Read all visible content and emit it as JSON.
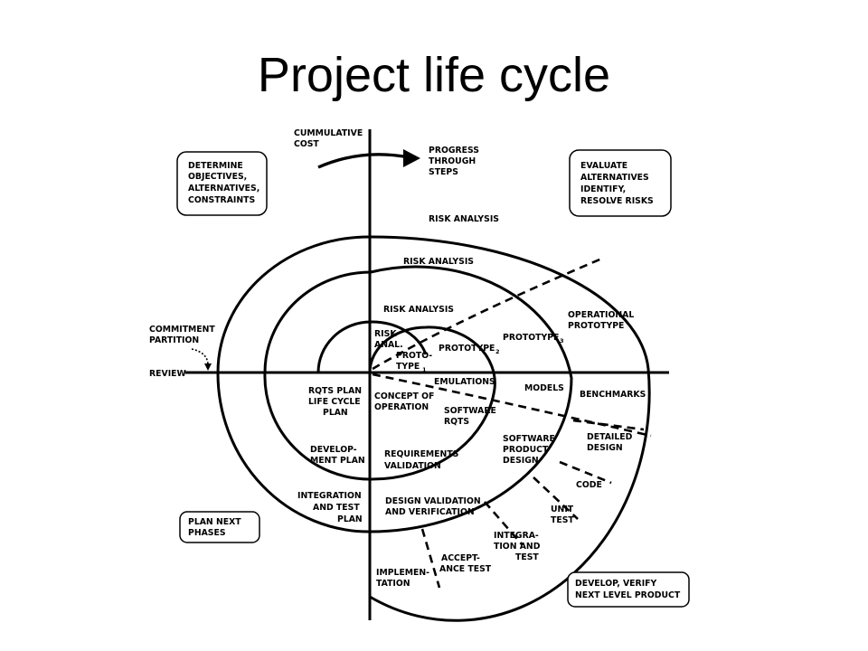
{
  "title": "Project life cycle",
  "axes": {
    "vertical": [
      "CUMMULATIVE",
      "COST"
    ],
    "horizontal": "REVIEW",
    "progress": [
      "PROGRESS",
      "THROUGH",
      "STEPS"
    ],
    "commitment": [
      "COMMITMENT",
      "PARTITION"
    ]
  },
  "quadrant_boxes": {
    "top_left": [
      "DETERMINE",
      "OBJECTIVES,",
      "ALTERNATIVES,",
      "CONSTRAINTS"
    ],
    "top_right": [
      "EVALUATE",
      "ALTERNATIVES",
      "IDENTIFY,",
      "RESOLVE RISKS"
    ],
    "bottom_left": [
      "PLAN NEXT",
      "PHASES"
    ],
    "bottom_right": [
      "DEVELOP, VERIFY",
      "NEXT LEVEL PRODUCT"
    ]
  },
  "risk": {
    "outer": "RISK ANALYSIS",
    "second": "RISK ANALYSIS",
    "third": "RISK ANALYSIS",
    "inner": [
      "RISK",
      "ANAL."
    ]
  },
  "prototypes": {
    "p1": [
      "PROTO-",
      "TYPE"
    ],
    "p1_sub": "1",
    "p2": "PROTOTYPE",
    "p2_sub": "2",
    "p3": "PROTOTYPE",
    "p3_sub": "3",
    "operational": [
      "OPERATIONAL",
      "PROTOTYPE"
    ]
  },
  "simulations": {
    "emulations": "EMULATIONS",
    "models": "MODELS",
    "benchmarks": "BENCHMARKS"
  },
  "plans": {
    "rqts": [
      "RQTS PLAN",
      "LIFE CYCLE",
      "PLAN"
    ],
    "development": [
      "DEVELOP-",
      "MENT PLAN"
    ],
    "integration": [
      "INTEGRATION",
      "AND TEST",
      "PLAN"
    ]
  },
  "development": {
    "concept": [
      "CONCEPT OF",
      "OPERATION"
    ],
    "software_rqts": [
      "SOFTWARE",
      "RQTS"
    ],
    "requirements": [
      "REQUIREMENTS",
      "VALIDATION"
    ],
    "product_design": [
      "SOFTWARE",
      "PRODUCT",
      "DESIGN"
    ],
    "design_validation": [
      "DESIGN VALIDATION",
      "AND VERIFICATION"
    ],
    "detailed_design": [
      "DETAILED",
      "DESIGN"
    ],
    "code": "CODE",
    "unit_test": [
      "UNIT",
      "TEST"
    ],
    "integration_test": [
      "INTEGRA-",
      "TION AND",
      "TEST"
    ],
    "acceptance_test": [
      "ACCEPT-",
      "ANCE TEST"
    ],
    "implementation": [
      "IMPLEMEN-",
      "TATION"
    ]
  }
}
